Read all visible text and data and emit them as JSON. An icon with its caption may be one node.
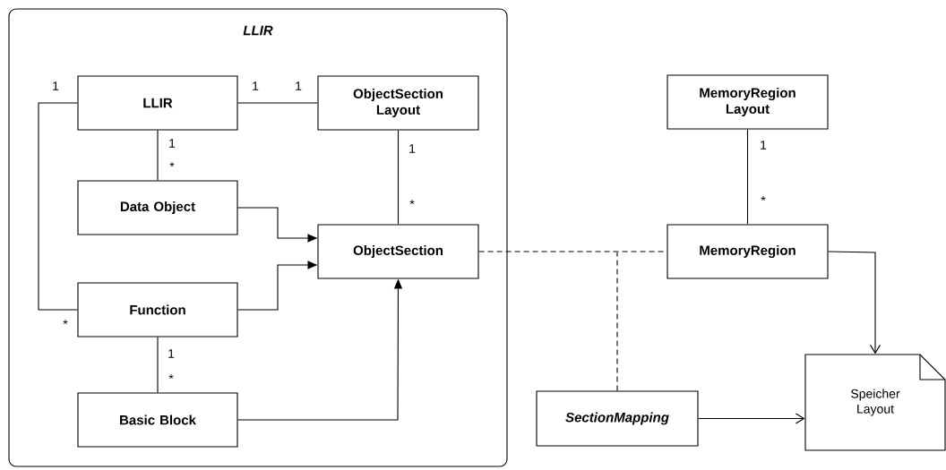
{
  "diagram": {
    "nodes": [
      {
        "text": [
          "LLIR"
        ]
      },
      {
        "text": [
          "LLIR"
        ],
        "in": 0
      },
      {
        "text": [
          "ObjectSection Layout"
        ],
        "in": 0
      },
      {
        "text": [
          "Data Object"
        ],
        "in": 0
      },
      {
        "text": [
          "ObjectSection"
        ],
        "in": 0
      },
      {
        "text": [
          "Function"
        ],
        "in": 0
      },
      {
        "text": [
          "Basic Block"
        ],
        "in": 0
      },
      {
        "text": [
          "MemoryRegion Layout"
        ]
      },
      {
        "text": [
          "MemoryRegion"
        ]
      },
      {
        "text": [
          "SectionMapping"
        ]
      },
      {
        "text": [
          "Speicher Layout"
        ]
      }
    ],
    "edges": [
      {
        "from": 1,
        "to": 2,
        "arrow": "none"
      },
      {
        "from": 1,
        "to": 3,
        "arrow": "none"
      },
      {
        "from": 1,
        "to": 5,
        "arrow": "none"
      },
      {
        "from": 2,
        "to": 4,
        "arrow": "none"
      },
      {
        "from": 3,
        "to": 4,
        "arrow": "to"
      },
      {
        "from": 5,
        "to": 4,
        "arrow": "to"
      },
      {
        "from": 5,
        "to": 6,
        "arrow": "none"
      },
      {
        "from": 6,
        "to": 4,
        "arrow": "to"
      },
      {
        "from": 4,
        "to": 8,
        "arrow": "none",
        "style": "dashed"
      },
      {
        "from": 9,
        "to": null,
        "arrow": "none",
        "style": "dashed"
      },
      {
        "from": 7,
        "to": 8,
        "arrow": "none"
      },
      {
        "from": 8,
        "to": 10,
        "arrow": "to"
      },
      {
        "from": 9,
        "to": 10,
        "arrow": "to"
      }
    ],
    "labels": [
      "1",
      "1",
      "1",
      "1",
      "1",
      "1",
      "*",
      "*",
      "*",
      "*",
      "1",
      "*"
    ]
  }
}
